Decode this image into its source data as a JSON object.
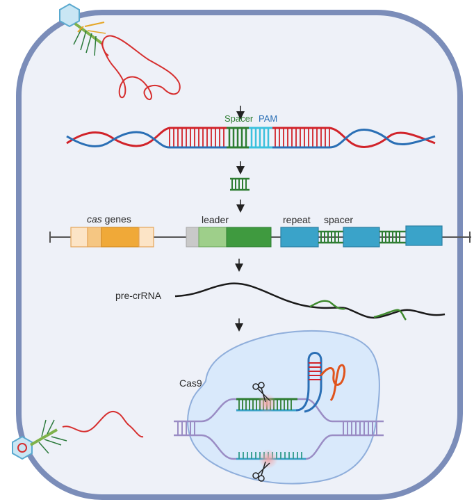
{
  "labels": {
    "spacer": "Spacer",
    "pam": "PAM",
    "cas_italic": "cas",
    "cas_genes_suffix": " genes",
    "leader": "leader",
    "repeat": "repeat",
    "spacer_array": "spacer",
    "pre_crrna": "pre-crRNA",
    "cas9": "Cas9"
  },
  "colors": {
    "cell_border": "#7b8db9",
    "cytoplasm": "#eef1f8",
    "dna_red": "#d1232a",
    "dna_blue": "#2a6fb5",
    "spacer_green": "#2e7d32",
    "pam_cyan": "#3cc1dd",
    "cas_orange": "#f0a938",
    "leader_green": "#3f9a3f",
    "repeat_blue": "#3aa3c9",
    "cas9_fill": "#d9e9fb",
    "phage_rna": "#d62e2e",
    "pre_crrna_black": "#1a1a1a",
    "target_purple": "#9a8cc4"
  },
  "icons": [
    "bacteriophage-icon",
    "scissors-icon",
    "arrow-down-icon"
  ]
}
